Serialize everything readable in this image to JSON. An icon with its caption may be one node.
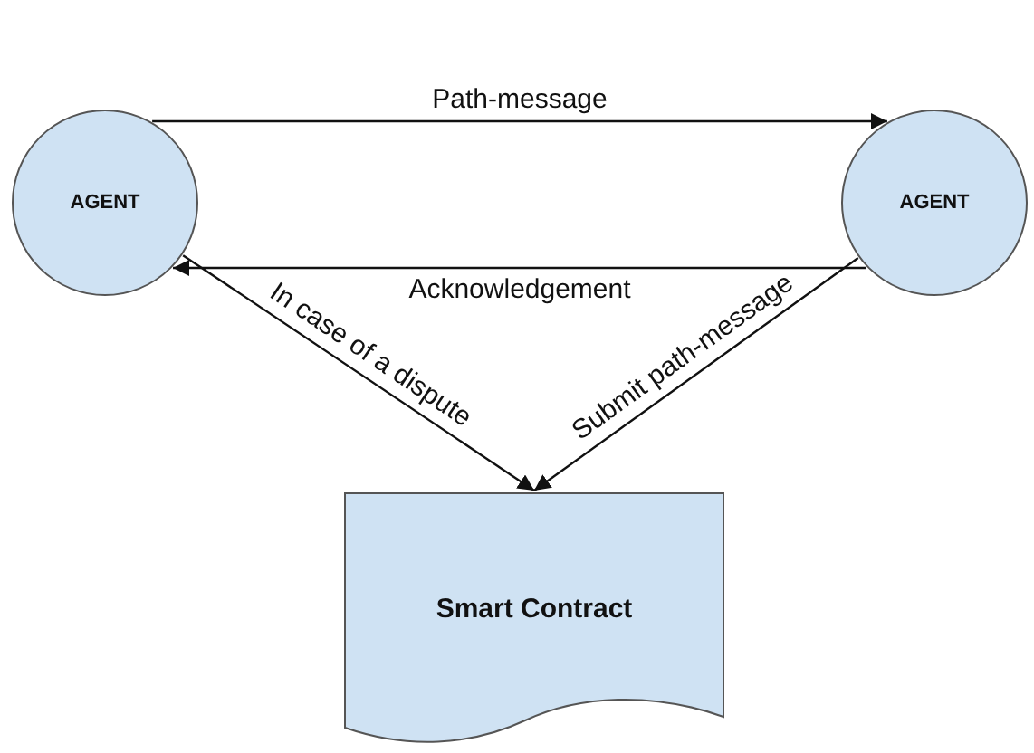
{
  "diagram": {
    "nodes": [
      {
        "text": [
          "AGENT"
        ]
      },
      {
        "text": [
          "AGENT"
        ]
      },
      {
        "text": [
          "Smart Contract"
        ]
      }
    ],
    "edges": [
      {
        "from": 0,
        "to": 1,
        "arrow": "to",
        "label": "Path-message"
      },
      {
        "from": 1,
        "to": 0,
        "arrow": "to",
        "label": "Acknowledgement"
      },
      {
        "from": 0,
        "to": 2,
        "arrow": "to",
        "label": "In case of a dispute"
      },
      {
        "from": 1,
        "to": 2,
        "arrow": "to",
        "label": "Submit path-message"
      }
    ]
  }
}
